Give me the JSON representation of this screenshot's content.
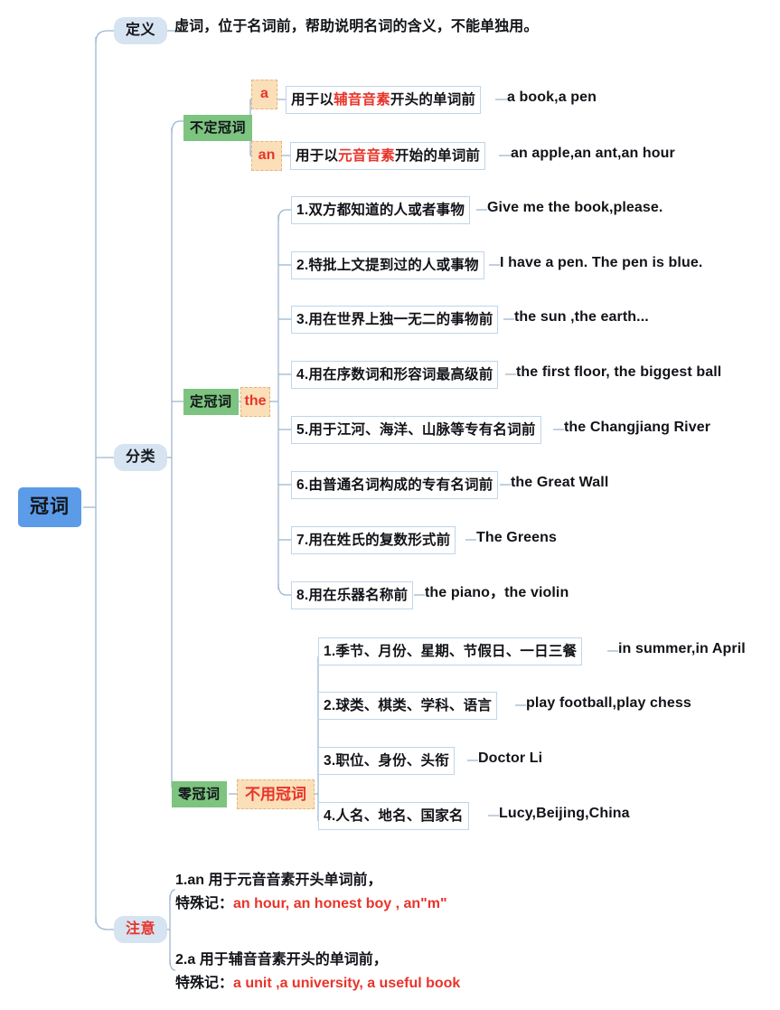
{
  "root": {
    "label": "冠词"
  },
  "branches": {
    "definition": {
      "pill": "定义",
      "text": "虚词，位于名词前，帮助说明名词的含义，不能单独用。"
    },
    "classification": {
      "pill": "分类",
      "groups": [
        {
          "name": "不定冠词",
          "items": [
            {
              "key": "a",
              "rule_pre": "用于以",
              "rule_hl": "辅音音素",
              "rule_post": "开头的单词前",
              "example": "a book,a pen"
            },
            {
              "key": "an",
              "rule_pre": "用于以",
              "rule_hl": "元音音素",
              "rule_post": "开始的单词前",
              "example": "an apple,an ant,an hour"
            }
          ]
        },
        {
          "name": "定冠词",
          "key": "the",
          "items": [
            {
              "rule": "1.双方都知道的人或者事物",
              "example": "Give me the book,please."
            },
            {
              "rule": "2.特批上文提到过的人或事物",
              "example": "I have a pen. The pen is blue."
            },
            {
              "rule": "3.用在世界上独一无二的事物前",
              "example": "the sun ,the earth..."
            },
            {
              "rule": "4.用在序数词和形容词最高级前",
              "example": "the first floor, the biggest ball"
            },
            {
              "rule": "5.用于江河、海洋、山脉等专有名词前",
              "example": "the Changjiang River"
            },
            {
              "rule": "6.由普通名词构成的专有名词前",
              "example": "the Great Wall"
            },
            {
              "rule": "7.用在姓氏的复数形式前",
              "example": "The Greens"
            },
            {
              "rule": "8.用在乐器名称前",
              "example": "the piano，the violin"
            }
          ]
        },
        {
          "name": "零冠词",
          "key": "不用冠词",
          "items": [
            {
              "rule": "1.季节、月份、星期、节假日、一日三餐",
              "example": "in summer,in April"
            },
            {
              "rule": "2.球类、棋类、学科、语言",
              "example": "play football,play chess"
            },
            {
              "rule": "3.职位、身份、头衔",
              "example": "Doctor Li"
            },
            {
              "rule": "4.人名、地名、国家名",
              "example": "Lucy,Beijing,China"
            }
          ]
        }
      ]
    },
    "notes": {
      "pill": "注意",
      "items": [
        {
          "line1": "1.an 用于元音音素开头单词前，",
          "line2_label": "特殊记：",
          "line2_value": "an hour, an honest boy , an\"m\""
        },
        {
          "line1": "2.a 用于辅音音素开头的单词前，",
          "line2_label": "特殊记：",
          "line2_value": "a unit ,a university, a useful book"
        }
      ]
    }
  },
  "colors": {
    "root_fill": "#5B9BE8",
    "pill_fill": "#D6E3F0",
    "green_fill": "#7CC47F",
    "peach_fill": "#FBDFB9",
    "peach_border": "#E2B67C",
    "box_border": "#BFD6EA",
    "accent_red": "#E8342A",
    "wire": "#9DB6D0",
    "text": "#111318"
  }
}
